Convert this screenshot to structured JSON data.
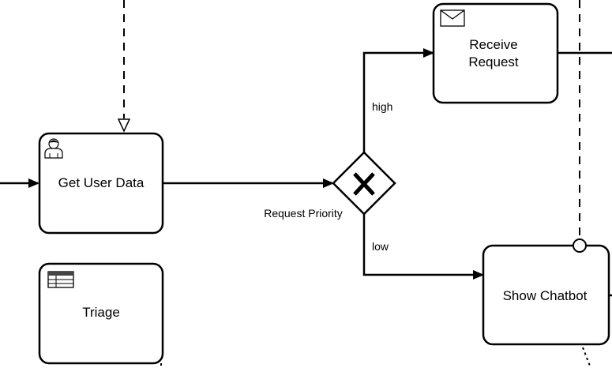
{
  "tasks": {
    "get_user_data": {
      "label": "Get User Data"
    },
    "triage": {
      "label": "Triage"
    },
    "receive_request": {
      "label_line1": "Receive",
      "label_line2": "Request"
    },
    "show_chatbot": {
      "label": "Show Chatbot"
    }
  },
  "gateway": {
    "label": "Request Priority"
  },
  "flows": {
    "high": "high",
    "low": "low"
  },
  "icons": {
    "user_task": "user-icon",
    "business_rule_task": "table-icon",
    "receive_task": "envelope-icon",
    "gateway": "exclusive-gateway-x-icon"
  }
}
